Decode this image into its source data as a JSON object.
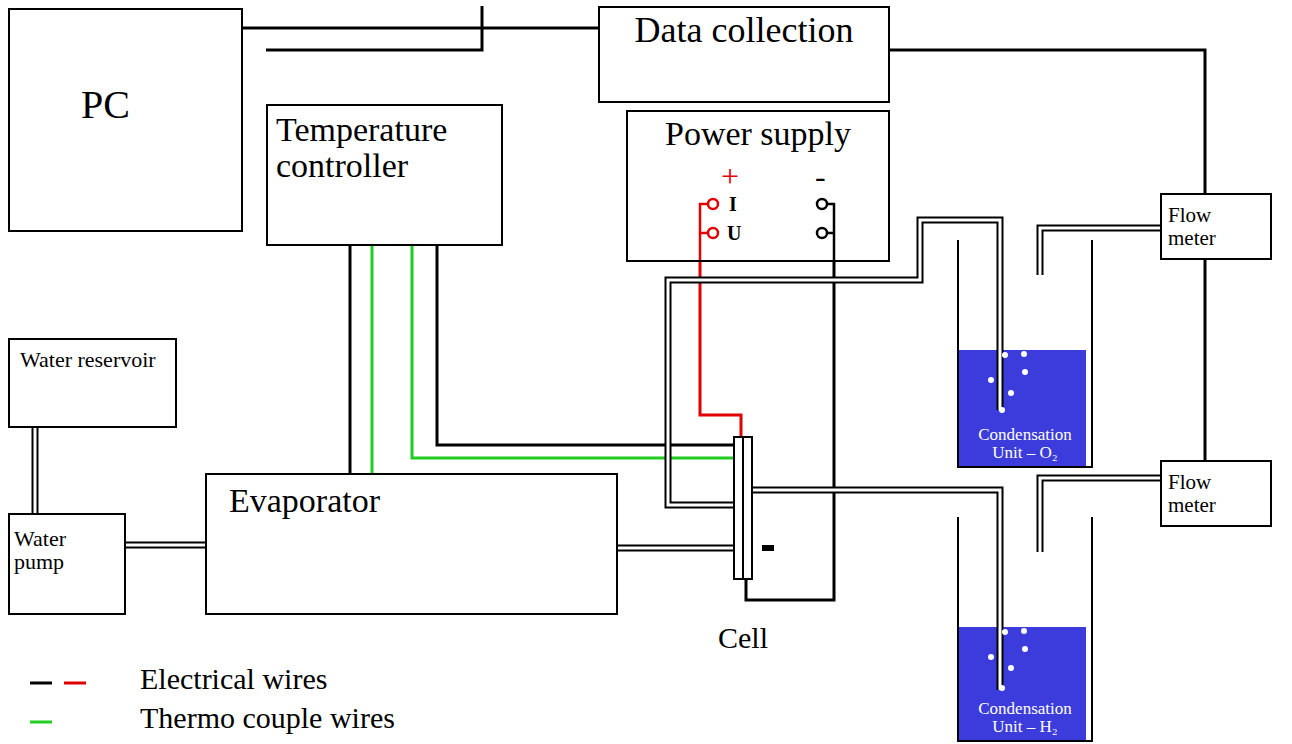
{
  "diagram": {
    "nodes": [
      {
        "text": [
          "PC"
        ]
      },
      {
        "text": [
          "Data collection"
        ]
      },
      {
        "text": [
          "Temperature controller"
        ]
      },
      {
        "text": [
          "Power supply"
        ]
      },
      {
        "text": [
          "Water reservoir"
        ]
      },
      {
        "text": [
          "Water pump"
        ]
      },
      {
        "text": [
          "Evaporator"
        ]
      },
      {
        "text": [
          "Cell"
        ]
      },
      {
        "text": [
          "Flow meter"
        ]
      },
      {
        "text": [
          "Flow meter"
        ]
      },
      {
        "text": [
          "Condensation Unit – O₂"
        ]
      },
      {
        "text": [
          "Condensation Unit – H₂"
        ]
      }
    ],
    "edges": [
      {
        "from": 0,
        "to": 1,
        "arrow": "none"
      },
      {
        "from": 1,
        "to": 2,
        "arrow": "none"
      },
      {
        "from": 1,
        "to": 8,
        "arrow": "none"
      },
      {
        "from": 8,
        "to": 9,
        "arrow": "none"
      },
      {
        "from": 2,
        "to": 6,
        "arrow": "none"
      },
      {
        "from": 2,
        "to": 6,
        "arrow": "none"
      },
      {
        "from": 2,
        "to": 7,
        "arrow": "none"
      },
      {
        "from": 2,
        "to": 7,
        "arrow": "none"
      },
      {
        "from": 3,
        "to": 7,
        "arrow": "none"
      },
      {
        "from": 3,
        "to": 7,
        "arrow": "none"
      },
      {
        "from": 4,
        "to": 5,
        "arrow": "none"
      },
      {
        "from": 5,
        "to": 6,
        "arrow": "none"
      },
      {
        "from": 6,
        "to": 7,
        "arrow": "none"
      },
      {
        "from": 7,
        "to": 10,
        "arrow": "none"
      },
      {
        "from": 7,
        "to": 11,
        "arrow": "none"
      },
      {
        "from": 10,
        "to": 8,
        "arrow": "none"
      },
      {
        "from": 11,
        "to": 9,
        "arrow": "none"
      }
    ],
    "labels": [
      "+",
      "-",
      "I",
      "U"
    ],
    "legend": [
      {
        "text": "Electrical wires"
      },
      {
        "text": "Thermo couple wires"
      }
    ]
  }
}
